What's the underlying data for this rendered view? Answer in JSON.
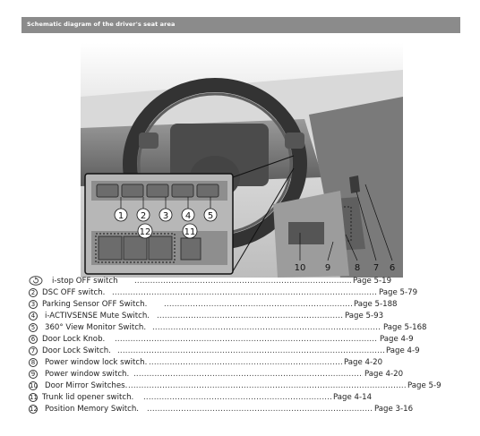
{
  "header": {
    "title": "Schematic diagram of the driver's seat area"
  },
  "figure": {
    "callouts_main": [
      "10",
      "9",
      "8",
      "7",
      "6"
    ],
    "inset_callouts": [
      "1",
      "2",
      "3",
      "4",
      "5"
    ],
    "inset_lower_callouts": [
      "12",
      "11"
    ]
  },
  "legend": [
    {
      "marker": "istop-icon",
      "label": "i-stop OFF switch",
      "page": "Page 5-19"
    },
    {
      "marker": "2",
      "label": "DSC OFF switch.",
      "page": "Page 5-79"
    },
    {
      "marker": "3",
      "label": "Parking Sensor OFF Switch.",
      "page": "Page 5-188"
    },
    {
      "marker": "4",
      "label": "i-ACTIVSENSE Mute Switch.",
      "page": "Page 5-93"
    },
    {
      "marker": "5",
      "label": "360° View Monitor Switch.",
      "page": "Page 5-168"
    },
    {
      "marker": "6",
      "label": "Door Lock Knob.",
      "page": "Page 4-9"
    },
    {
      "marker": "7",
      "label": "Door Lock Switch.",
      "page": "Page 4-9"
    },
    {
      "marker": "8",
      "label": "Power window lock switch.",
      "page": "Page 4-20"
    },
    {
      "marker": "9",
      "label": "Power window switch.",
      "page": "Page 4-20"
    },
    {
      "marker": "10",
      "label": "Door Mirror Switches.",
      "page": "Page 5-9"
    },
    {
      "marker": "11",
      "label": "Trunk lid opener switch.",
      "page": "Page 4-14"
    },
    {
      "marker": "12",
      "label": "Position Memory Switch.",
      "page": "Page 3-16"
    }
  ]
}
